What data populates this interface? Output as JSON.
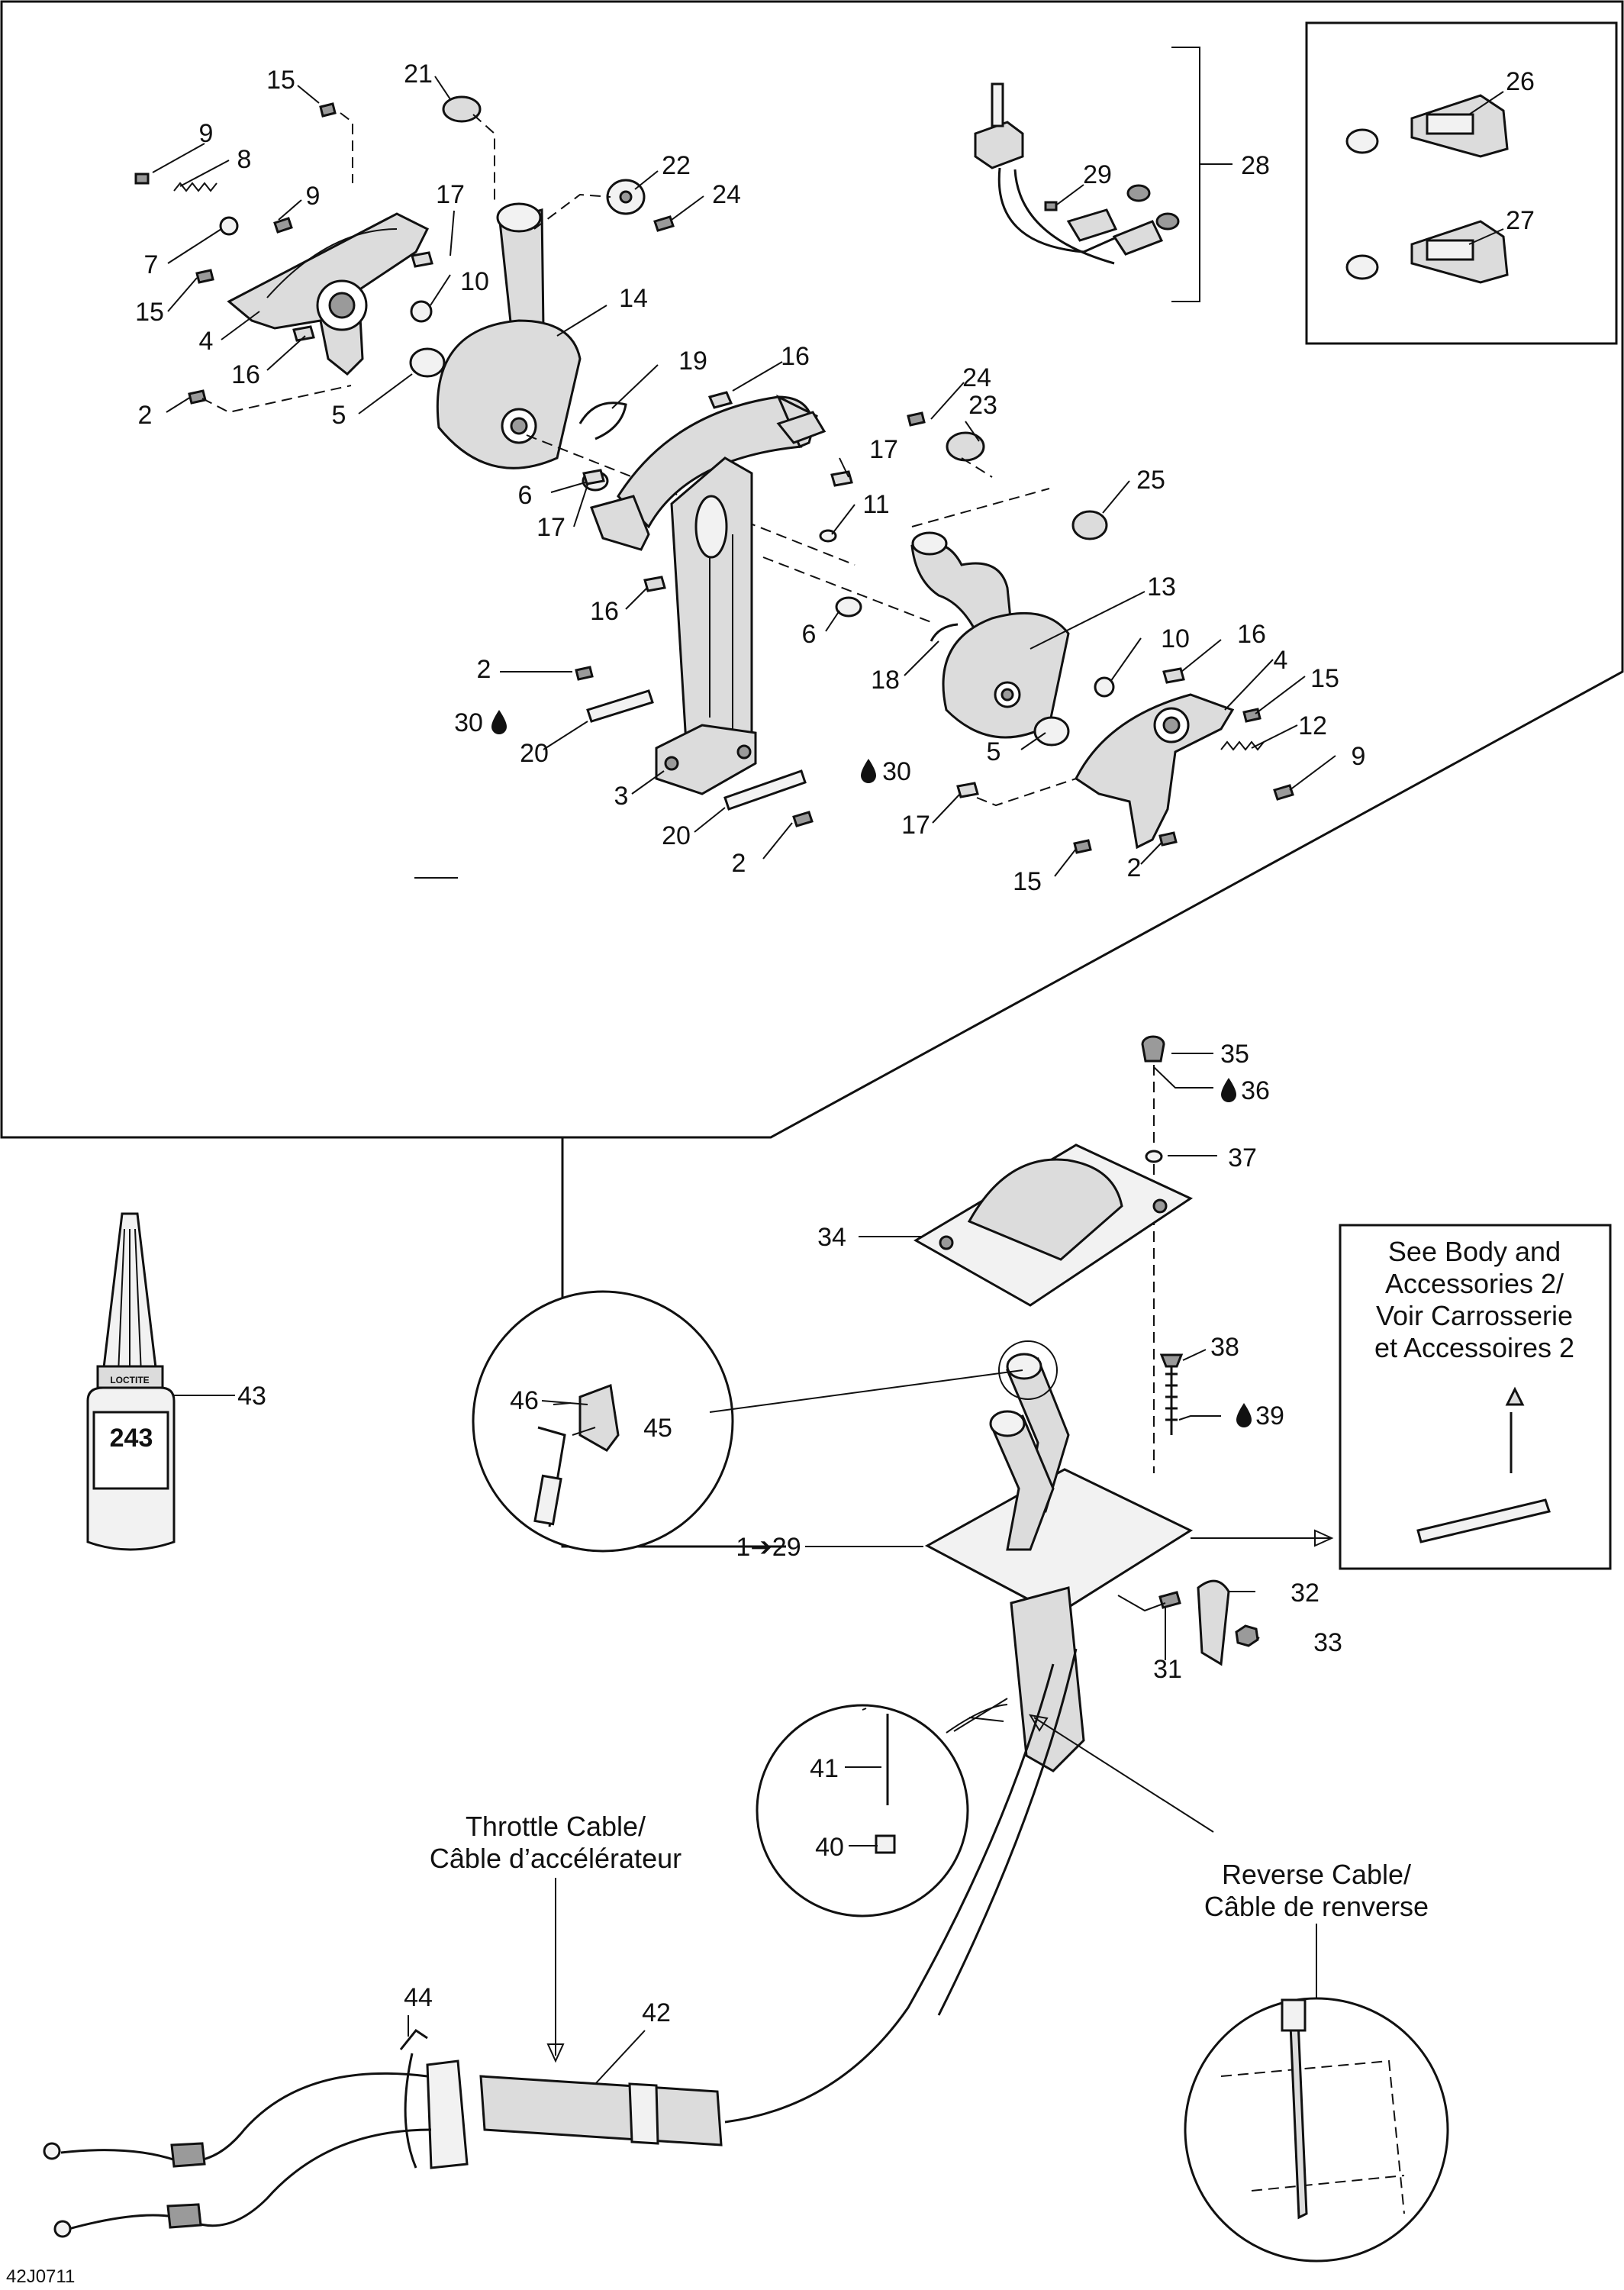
{
  "callouts": {
    "c21": "21",
    "c15a": "15",
    "c9a": "9",
    "c8": "8",
    "c9b": "9",
    "c7": "7",
    "c15b": "15",
    "c4a": "4",
    "c16a": "16",
    "c2a": "2",
    "c5a": "5",
    "c22": "22",
    "c24a": "24",
    "c17a": "17",
    "c10a": "10",
    "c14": "14",
    "c19": "19",
    "c16b": "16",
    "c6a": "6",
    "c17b": "17",
    "c11": "11",
    "c17c": "17",
    "c16c": "16",
    "c24b": "24",
    "c23": "23",
    "c25": "25",
    "c13": "13",
    "c6b": "6",
    "c18": "18",
    "c10b": "10",
    "c16d": "16",
    "c4b": "4",
    "c15c": "15",
    "c12": "12",
    "c9c": "9",
    "c5b": "5",
    "c2b": "2",
    "c30a": "30",
    "c20a": "20",
    "c3": "3",
    "c30b": "30",
    "c20b": "20",
    "c2c": "2",
    "c17d": "17",
    "c15d": "15",
    "c2d": "2",
    "c29": "29",
    "c28": "28",
    "c26": "26",
    "c27": "27",
    "c35": "35",
    "c36": "36",
    "c37": "37",
    "c34": "34",
    "c38": "38",
    "c39": "39",
    "c43": "43",
    "c1to29": "1➔29",
    "c32": "32",
    "c33": "33",
    "c31": "31",
    "c46": "46",
    "c45": "45",
    "c41": "41",
    "c40": "40",
    "c44": "44",
    "c42": "42"
  },
  "notes": {
    "see_body_1": "See Body and",
    "see_body_2": "Accessories 2/",
    "see_body_3": "Voir Carrosserie",
    "see_body_4": "et Accessoires 2",
    "throttle_1": "Throttle Cable/",
    "throttle_2": "Câble d’accélérateur",
    "reverse_1": "Reverse Cable/",
    "reverse_2": "Câble de renverse",
    "product_label": "243",
    "brand_label": "LOCTITE",
    "ref_code": "42J0711"
  },
  "icons": {
    "drop": "thread-locker-drop-icon",
    "arrow": "right-arrow-icon"
  }
}
